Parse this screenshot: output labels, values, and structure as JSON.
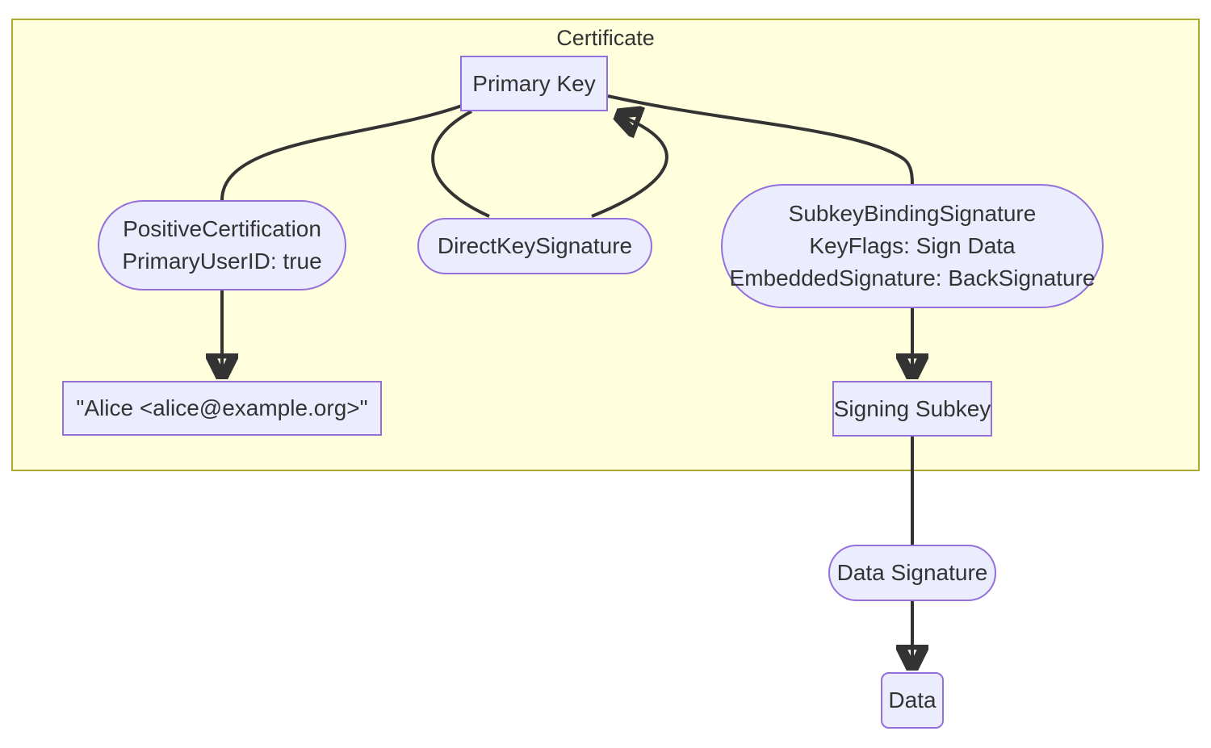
{
  "diagram": {
    "type": "flowchart",
    "cluster": {
      "title": "Certificate"
    },
    "nodes": {
      "primary_key": {
        "label": "Primary Key",
        "shape": "rectangle"
      },
      "positive_certification": {
        "shape": "stadium",
        "line1": "PositiveCertification",
        "line2": "PrimaryUserID: true"
      },
      "direct_key_signature": {
        "label": "DirectKeySignature",
        "shape": "stadium"
      },
      "subkey_binding_signature": {
        "shape": "stadium",
        "line1": "SubkeyBindingSignature",
        "line2": "KeyFlags: Sign Data",
        "line3": "EmbeddedSignature: BackSignature"
      },
      "user_id": {
        "label": "\"Alice <alice@example.org>\"",
        "shape": "rectangle"
      },
      "signing_subkey": {
        "label": "Signing Subkey",
        "shape": "rectangle"
      },
      "data_signature": {
        "label": "Data Signature",
        "shape": "stadium"
      },
      "data": {
        "label": "Data",
        "shape": "rounded-rectangle"
      }
    },
    "edges": [
      {
        "from": "primary_key",
        "to": "positive_certification",
        "arrowhead": false
      },
      {
        "from": "positive_certification",
        "to": "user_id",
        "arrowhead": true
      },
      {
        "from": "primary_key",
        "to": "direct_key_signature",
        "arrowhead": false
      },
      {
        "from": "direct_key_signature",
        "to": "primary_key",
        "arrowhead": true
      },
      {
        "from": "primary_key",
        "to": "subkey_binding_signature",
        "arrowhead": false
      },
      {
        "from": "subkey_binding_signature",
        "to": "signing_subkey",
        "arrowhead": true
      },
      {
        "from": "signing_subkey",
        "to": "data_signature",
        "arrowhead": false
      },
      {
        "from": "data_signature",
        "to": "data",
        "arrowhead": true
      }
    ],
    "colors": {
      "node_fill": "#ECECFF",
      "node_border": "#9370DB",
      "cluster_fill": "#FFFFDE",
      "cluster_border": "#AAAA33",
      "edge": "#333333",
      "text": "#333333",
      "background": "#FFFFFF"
    }
  }
}
